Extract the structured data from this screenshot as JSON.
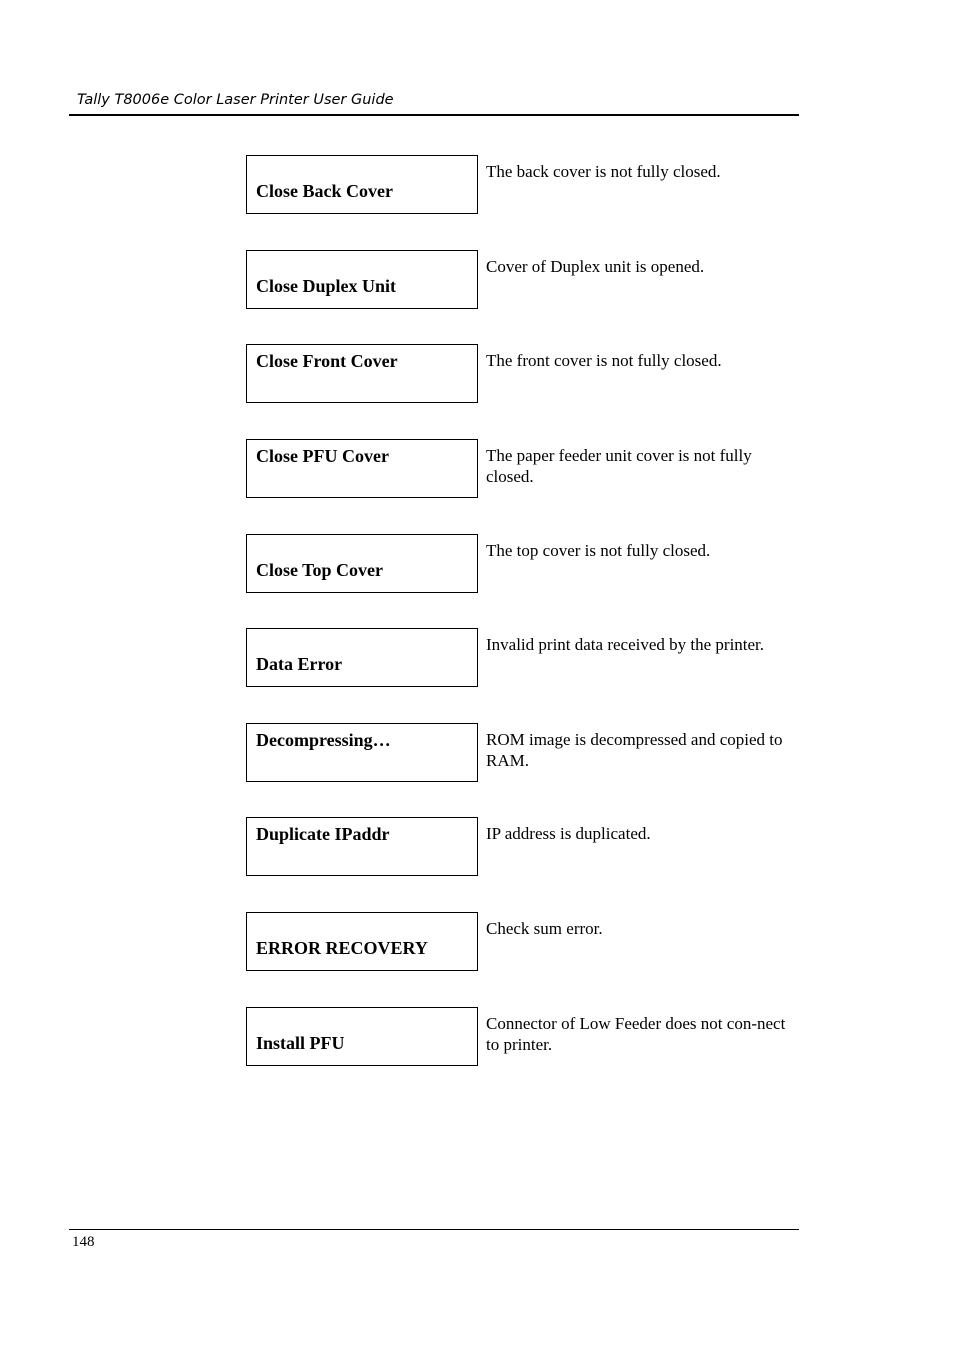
{
  "header": {
    "title": "Tally T8006e Color Laser Printer User Guide"
  },
  "entries": [
    {
      "message": "Close Back Cover",
      "description": "The back cover is not fully closed."
    },
    {
      "message": "Close Duplex Unit",
      "description": "Cover of Duplex unit is opened."
    },
    {
      "message": "Close Front Cover",
      "description": "The front cover is not fully closed."
    },
    {
      "message": "Close PFU Cover",
      "description": "The paper feeder unit cover is not fully closed."
    },
    {
      "message": "Close Top Cover",
      "description": "The top cover is not fully closed."
    },
    {
      "message": "Data Error",
      "description": "Invalid print data received by the printer."
    },
    {
      "message": "Decompressing…",
      "description": "ROM image is decompressed and copied to RAM."
    },
    {
      "message": "Duplicate IPaddr",
      "description": "IP address is duplicated."
    },
    {
      "message": "ERROR RECOVERY",
      "description": "Check sum error."
    },
    {
      "message": "Install PFU",
      "description": "Connector of Low Feeder does not con-nect to printer."
    }
  ],
  "footer": {
    "page_number": "148"
  }
}
